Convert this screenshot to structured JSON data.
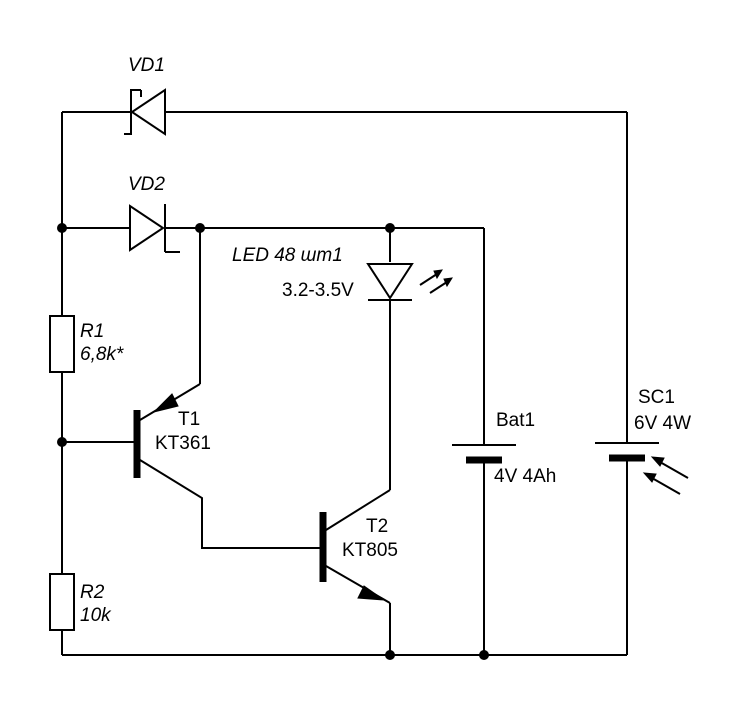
{
  "components": {
    "vd1": {
      "ref": "VD1"
    },
    "vd2": {
      "ref": "VD2"
    },
    "led": {
      "ref": "LED 48 шт1",
      "value": "3.2-3.5V"
    },
    "r1": {
      "ref": "R1",
      "value": "6,8k*"
    },
    "r2": {
      "ref": "R2",
      "value": "10k"
    },
    "t1": {
      "ref": "T1",
      "value": "KT361"
    },
    "t2": {
      "ref": "T2",
      "value": "KT805"
    },
    "bat1": {
      "ref": "Bat1",
      "value": "4V 4Ah"
    },
    "sc1": {
      "ref": "SC1",
      "value": "6V 4W"
    }
  }
}
